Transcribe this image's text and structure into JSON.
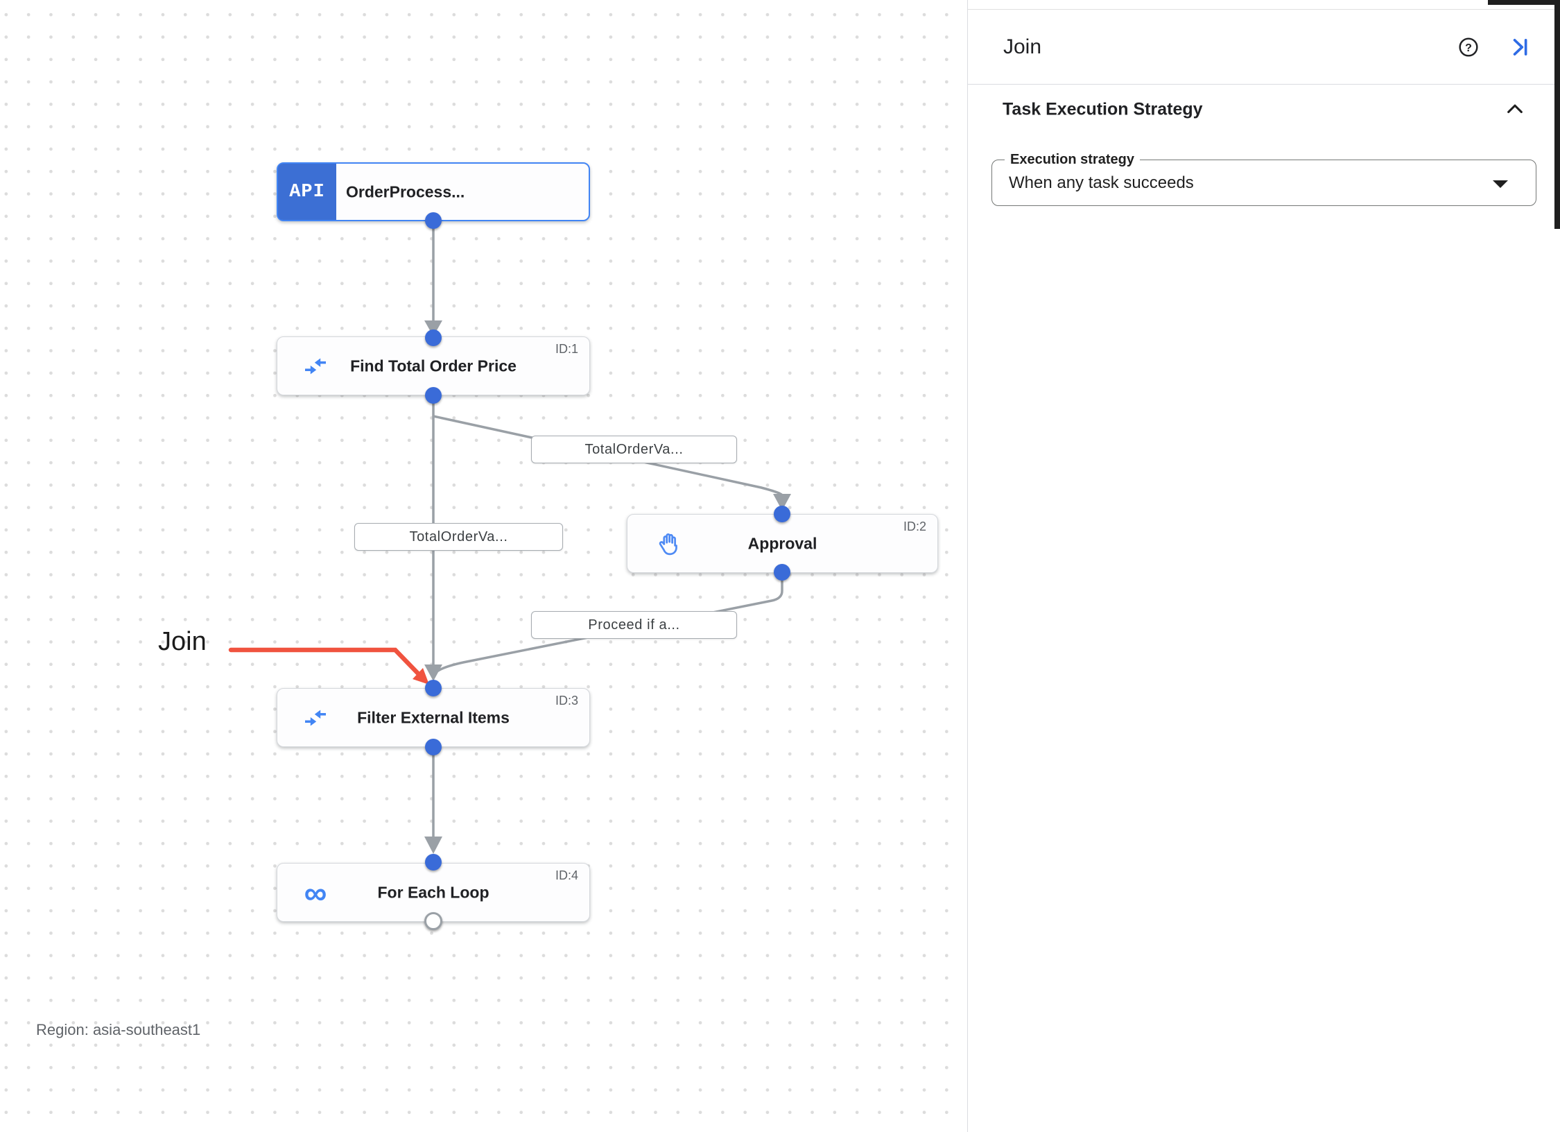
{
  "panel": {
    "title": "Join",
    "help_icon": "help-icon",
    "collapse_icon": "collapse-panel-icon",
    "section": {
      "title": "Task Execution Strategy",
      "collapse_icon": "chevron-up-icon",
      "execution_strategy": {
        "label": "Execution strategy",
        "value": "When any task succeeds"
      }
    }
  },
  "canvas": {
    "region_label": "Region: asia-southeast1",
    "annotation": {
      "label": "Join"
    },
    "nodes": [
      {
        "type": "api-trigger",
        "badge": "API",
        "title": "OrderProcess...",
        "icon": "api-badge"
      },
      {
        "type": "task",
        "title": "Find Total Order Price",
        "task_id": "ID:1",
        "icon": "data-mapping-icon"
      },
      {
        "type": "task",
        "title": "Approval",
        "task_id": "ID:2",
        "icon": "approval-hand-icon"
      },
      {
        "type": "task",
        "title": "Filter External Items",
        "task_id": "ID:3",
        "icon": "data-mapping-icon"
      },
      {
        "type": "task",
        "title": "For Each Loop",
        "task_id": "ID:4",
        "icon": "for-each-loop-icon"
      }
    ],
    "edge_labels": [
      {
        "text": "TotalOrderVa..."
      },
      {
        "text": "TotalOrderVa..."
      },
      {
        "text": "Proceed if a..."
      }
    ],
    "colors": {
      "node_accent_blue": "#4285F4",
      "trigger_badge_blue": "#3C6FD4",
      "connector_dot_blue": "#3A6BD8",
      "edge_gray": "#9AA0A6",
      "annotation_red": "#F0533F",
      "panel_collapse_blue": "#2E6BE5"
    }
  }
}
